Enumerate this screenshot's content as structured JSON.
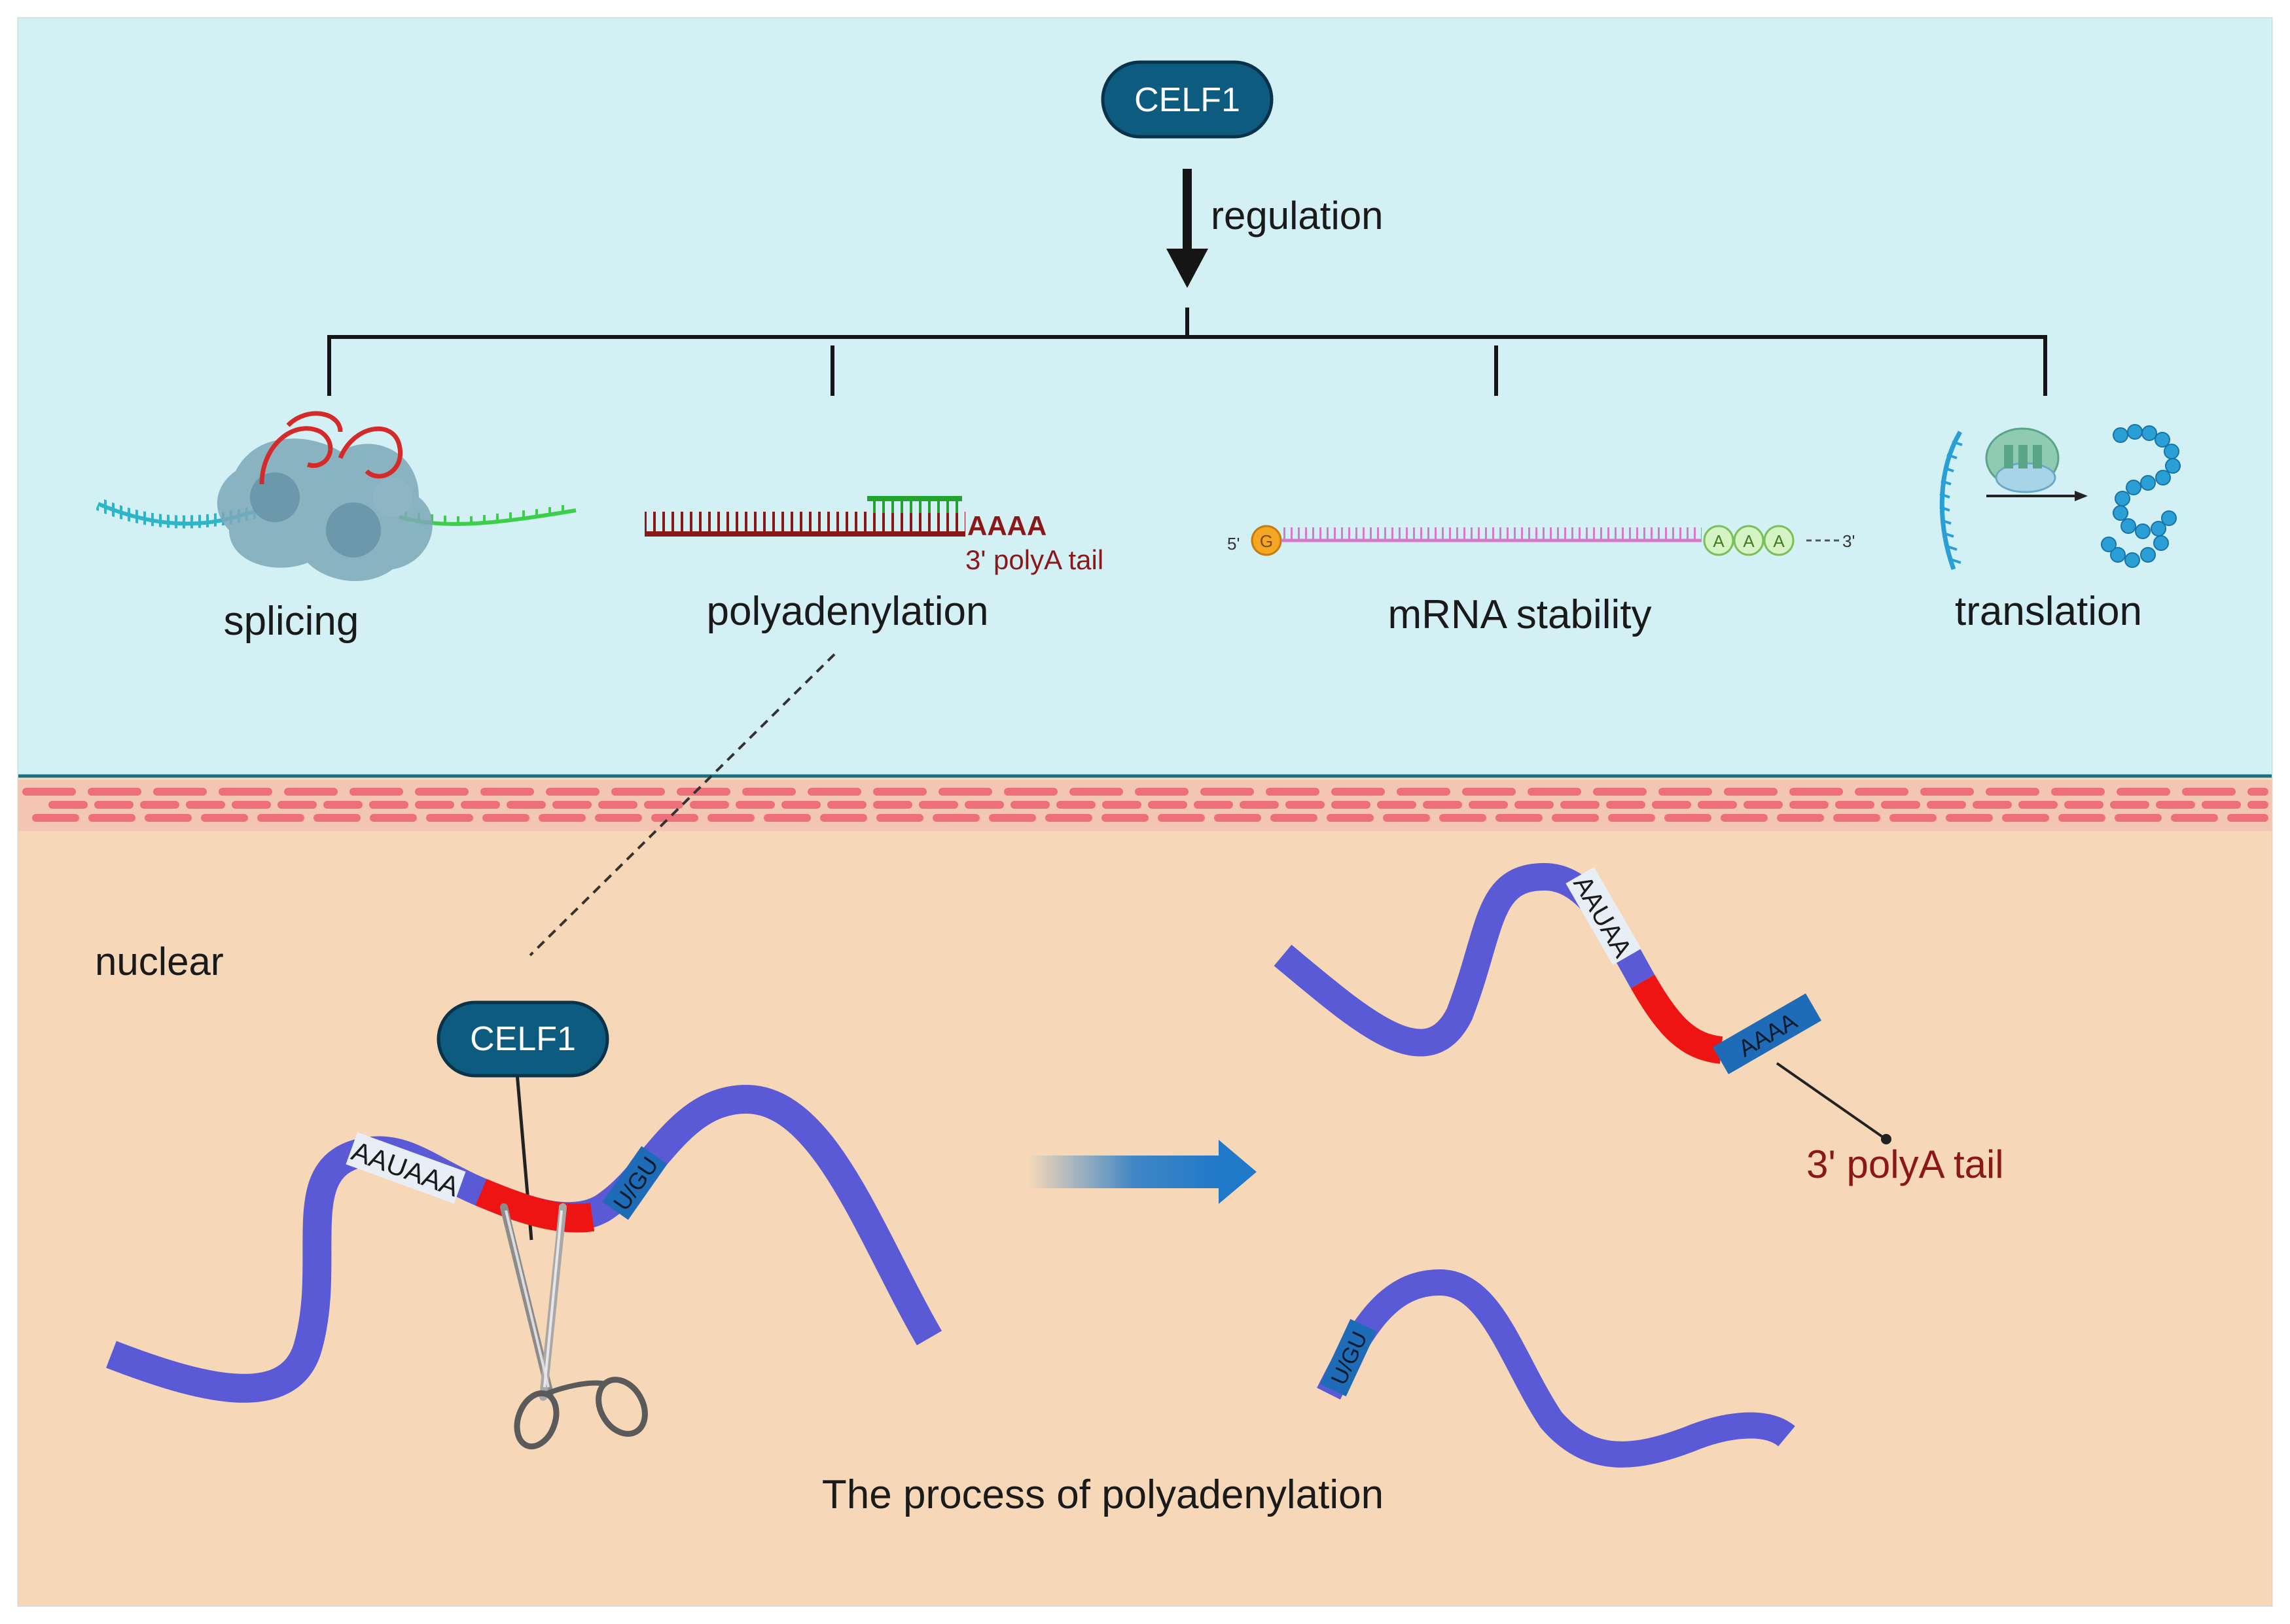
{
  "top": {
    "regulator_label": "CELF1",
    "regulation_label": "regulation",
    "processes": {
      "splicing": "splicing",
      "polyadenylation": "polyadenylation",
      "mrna_stability": "mRNA stability",
      "translation": "translation"
    },
    "polyA_strand_label": "AAAA",
    "polyA_tail_label": "3' polyA tail",
    "mrna_5prime": "5'",
    "mrna_cap": "G",
    "mrna_a1": "A",
    "mrna_a2": "A",
    "mrna_a3": "A",
    "mrna_3prime": "3'"
  },
  "bottom": {
    "region_label": "nuclear",
    "regulator_label": "CELF1",
    "signal_label": "AAUAAA",
    "downstream_label": "U/GU",
    "product_signal_label": "AAUAA",
    "product_tail_label": "AAAA",
    "product_downstream_label": "U/GU",
    "polyA_tail_label": "3' polyA tail",
    "caption": "The process of polyadenylation"
  },
  "colors": {
    "cytoplasm_bg": "#d3f0f5",
    "nucleus_bg": "#f6d8b8",
    "membrane": "#ec6f7a",
    "celf1_badge": "#0e5b80",
    "rna_strand": "#5a5ad6",
    "cleavage_region": "#ee1414",
    "signal_box": "#e8eef6",
    "downstream_box": "#1e6cb8",
    "polyA_red": "#8a1818",
    "polyA_green": "#22a32e"
  }
}
